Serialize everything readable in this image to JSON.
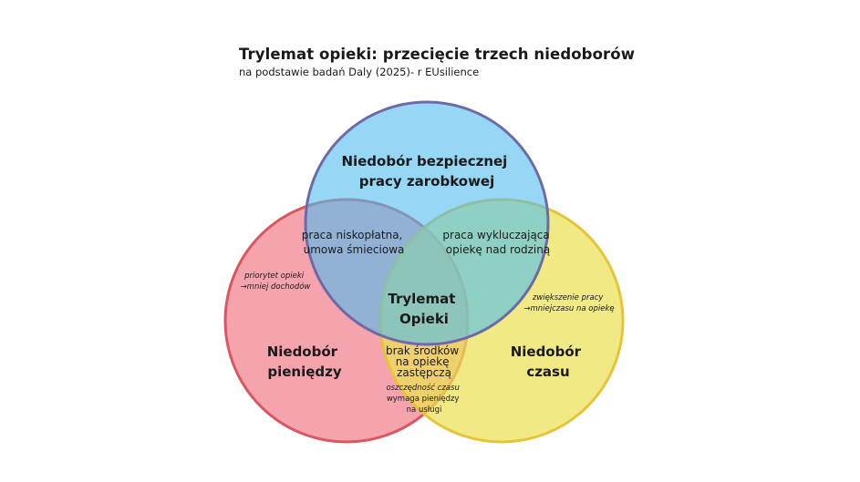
{
  "header": {
    "title": "Trylemat opieki: przecięcie trzech niedoborów",
    "subtitle": "na podstawie badań Daly (2025)- r EUsilience"
  },
  "circles": {
    "top": {
      "line1": "Niedobór bezpiecznej",
      "line2": "pracy zarobkowej",
      "fill": "#4fbdee",
      "stroke": "#6e6aa8"
    },
    "left": {
      "line1": "Niedobór",
      "line2": "pieniędzy",
      "fill": "#f28a97",
      "stroke": "#d9575f"
    },
    "right": {
      "line1": "Niedobór",
      "line2": "czasu",
      "fill": "#ece255",
      "stroke": "#e5c43a"
    }
  },
  "overlaps": {
    "top_left": {
      "line1": "praca niskopłatna,",
      "line2": "umowa śmieciowa"
    },
    "top_right": {
      "line1": "praca wykluczająca",
      "line2": "opiekę nad rodziną"
    },
    "left_right": {
      "line1": "brak środków",
      "line2": "na opiekę",
      "line3": "zastępczą"
    },
    "center": {
      "line1": "Trylemat",
      "line2": "Opieki"
    }
  },
  "notes": {
    "left": {
      "line1": "priorytet opieki",
      "line2": "→mniej dochodów"
    },
    "right": {
      "line1": "zwiększenie pracy",
      "line2": "→mniejczasu na opiekę"
    },
    "bottom": {
      "line1": "oszczędność czasu",
      "line2": "wymaga pieniędzy",
      "line3": "na usługi"
    }
  }
}
